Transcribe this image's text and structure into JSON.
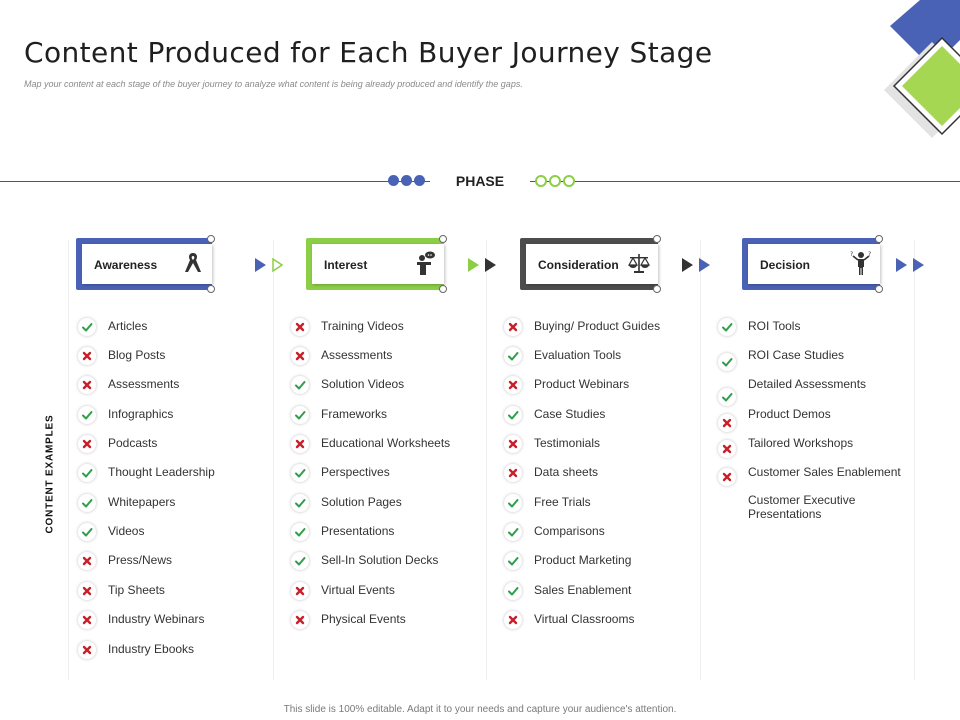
{
  "header": {
    "title": "Content Produced for Each Buyer Journey Stage",
    "subtitle": "Map your content at each stage of the buyer journey to analyze what content is being already produced and identify the gaps."
  },
  "phase": {
    "label": "PHASE"
  },
  "side_label": "CONTENT EXAMPLES",
  "colors": {
    "blue": "#4a62b5",
    "green": "#8ccf46",
    "dark": "#444444",
    "check": "#2e9e4a",
    "cross": "#c8202a"
  },
  "stages": [
    {
      "label": "Awareness",
      "icon": "awareness-ribbon-icon"
    },
    {
      "label": "Interest",
      "icon": "speaker-podium-icon"
    },
    {
      "label": "Consideration",
      "icon": "scale-icon"
    },
    {
      "label": "Decision",
      "icon": "person-deciding-icon"
    }
  ],
  "awareness": [
    {
      "text": "Articles",
      "status": "check"
    },
    {
      "text": "Blog Posts",
      "status": "cross"
    },
    {
      "text": "Assessments",
      "status": "cross"
    },
    {
      "text": "Infographics",
      "status": "check"
    },
    {
      "text": "Podcasts",
      "status": "cross"
    },
    {
      "text": "Thought Leadership",
      "status": "check"
    },
    {
      "text": "Whitepapers",
      "status": "check"
    },
    {
      "text": "Videos",
      "status": "check"
    },
    {
      "text": "Press/News",
      "status": "cross"
    },
    {
      "text": "Tip Sheets",
      "status": "cross"
    },
    {
      "text": "Industry Webinars",
      "status": "cross"
    },
    {
      "text": "Industry Ebooks",
      "status": "cross"
    }
  ],
  "interest": [
    {
      "text": "Training Videos",
      "status": "cross"
    },
    {
      "text": "Assessments",
      "status": "cross"
    },
    {
      "text": "Solution Videos",
      "status": "check"
    },
    {
      "text": "Frameworks",
      "status": "check"
    },
    {
      "text": "Educational Worksheets",
      "status": "cross"
    },
    {
      "text": "Perspectives",
      "status": "check"
    },
    {
      "text": "Solution Pages",
      "status": "check"
    },
    {
      "text": "Presentations",
      "status": "check"
    },
    {
      "text": "Sell-In Solution Decks",
      "status": "check"
    },
    {
      "text": "Virtual Events",
      "status": "cross"
    },
    {
      "text": "Physical Events",
      "status": "cross"
    }
  ],
  "consideration": [
    {
      "text": "Buying/ Product Guides",
      "status": "cross"
    },
    {
      "text": "Evaluation Tools",
      "status": "check"
    },
    {
      "text": "Product Webinars",
      "status": "cross"
    },
    {
      "text": "Case Studies",
      "status": "check"
    },
    {
      "text": "Testimonials",
      "status": "cross"
    },
    {
      "text": "Data sheets",
      "status": "cross"
    },
    {
      "text": "Free Trials",
      "status": "check"
    },
    {
      "text": "Comparisons",
      "status": "check"
    },
    {
      "text": "Product Marketing",
      "status": "check"
    },
    {
      "text": "Sales Enablement",
      "status": "check"
    },
    {
      "text": "Virtual Classrooms",
      "status": "cross"
    }
  ],
  "decision": [
    {
      "text": "ROI Tools",
      "status": "check"
    },
    {
      "text": "ROI Case Studies",
      "status": "check"
    },
    {
      "text": "Detailed Assessments",
      "status": "check"
    },
    {
      "text": "Product Demos",
      "status": "cross"
    },
    {
      "text": "Tailored Workshops",
      "status": "cross"
    },
    {
      "text": "Customer Sales Enablement",
      "status": "cross"
    },
    {
      "text": "Customer Executive Presentations",
      "status": "none"
    }
  ],
  "footer": "This slide is 100% editable. Adapt it to your needs and capture your audience's attention."
}
